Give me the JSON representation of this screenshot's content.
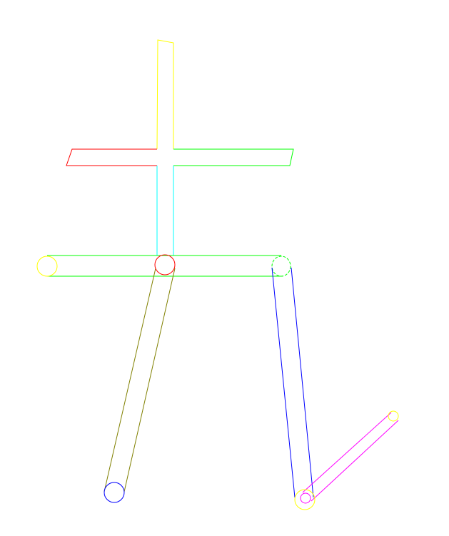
{
  "diagram": {
    "kind": "wireframe stick figure made of capsule/rectangle segments",
    "background": "#ffffff",
    "parts": [
      {
        "id": "head-bar",
        "color": "#ffff00"
      },
      {
        "id": "arm-left",
        "color": "#ff0000"
      },
      {
        "id": "arm-right",
        "color": "#00ff00"
      },
      {
        "id": "torso",
        "color": "#00ffff"
      },
      {
        "id": "hip-bar",
        "color": "#00ff00"
      },
      {
        "id": "hip-left-joint",
        "color": "#ffff00"
      },
      {
        "id": "hip-center-joint",
        "color": "#ff0000"
      },
      {
        "id": "hip-right-joint",
        "color": "#00ff00"
      },
      {
        "id": "thigh-left",
        "color": "#808000"
      },
      {
        "id": "foot-left-joint",
        "color": "#0000ff"
      },
      {
        "id": "thigh-right",
        "color": "#0000ff"
      },
      {
        "id": "knee-right-joint",
        "color": "#ffff00"
      },
      {
        "id": "shin-right",
        "color": "#ff00ff"
      },
      {
        "id": "foot-right-joint",
        "color": "#ffff00"
      }
    ]
  }
}
